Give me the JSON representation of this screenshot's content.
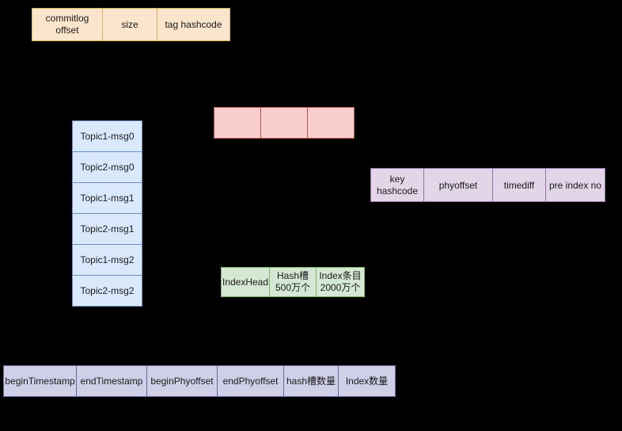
{
  "background_color": "#000000",
  "palette": {
    "orange_fill": "#fce5cd",
    "orange_border": "#d6b656",
    "blue_fill": "#dae8fc",
    "blue_border": "#6c8ebf",
    "pink_fill": "#f8cecc",
    "pink_border": "#b85450",
    "purple_fill": "#e1d5e7",
    "purple_border": "#9673a6",
    "green_fill": "#d5e8d4",
    "green_border": "#82b366",
    "lavender_fill": "#cfcfe8",
    "lavender_border": "#666699",
    "text_color": "#1a1a1a"
  },
  "consumequeue_entry": {
    "cells": [
      {
        "label": "commitlog offset"
      },
      {
        "label": "size"
      },
      {
        "label": "tag hashcode"
      }
    ]
  },
  "commitlog_messages": {
    "cells": [
      {
        "label": "Topic1-msg0"
      },
      {
        "label": "Topic2-msg0"
      },
      {
        "label": "Topic1-msg1"
      },
      {
        "label": "Topic2-msg1"
      },
      {
        "label": "Topic1-msg2"
      },
      {
        "label": "Topic2-msg2"
      }
    ]
  },
  "queue_blocks": {
    "cells": [
      {
        "label": ""
      },
      {
        "label": ""
      },
      {
        "label": ""
      }
    ]
  },
  "index_entry": {
    "cells": [
      {
        "label": "key hashcode"
      },
      {
        "label": "phyoffset"
      },
      {
        "label": "timediff"
      },
      {
        "label": "pre index no"
      }
    ]
  },
  "index_file": {
    "cells": [
      {
        "label": "IndexHead"
      },
      {
        "label": "Hash槽 500万个"
      },
      {
        "label": "Index条目 2000万个"
      }
    ]
  },
  "index_header": {
    "cells": [
      {
        "label": "beginTimestamp"
      },
      {
        "label": "endTimestamp"
      },
      {
        "label": "beginPhyoffset"
      },
      {
        "label": "endPhyoffset"
      },
      {
        "label": "hash槽数量"
      },
      {
        "label": "Index数量"
      }
    ]
  }
}
